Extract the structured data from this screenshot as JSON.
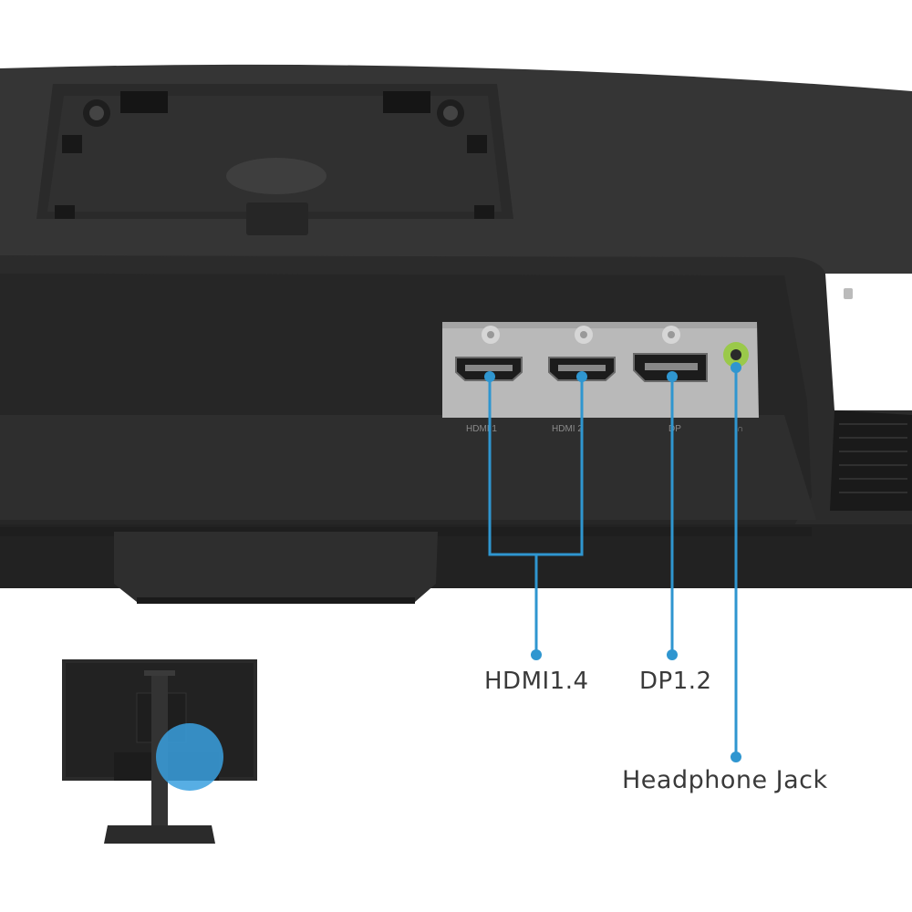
{
  "callouts": {
    "hdmi": "HDMI1.4",
    "dp": "DP1.2",
    "headphone": "Headphone Jack"
  },
  "port_silkscreen": {
    "hdmi1": "HDMI 1",
    "hdmi2": "HDMI 2",
    "dp": "DP",
    "audio": "∩"
  },
  "colors": {
    "accent": "#2f96d0",
    "monitor_body": "#2b2b2b",
    "port_panel": "#b9b9b9",
    "audio_jack": "#9ac94a",
    "thumbnail_highlight": "#3aa0df"
  }
}
